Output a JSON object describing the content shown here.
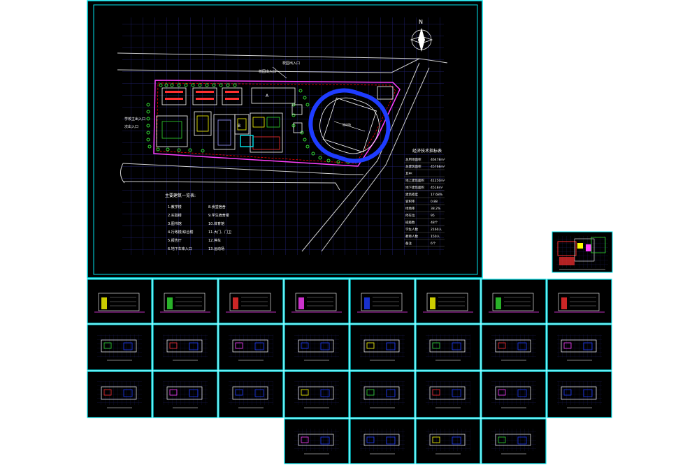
{
  "canvas": {
    "background": "#ffffff",
    "frame_color": "#00e5ee",
    "sheet_bg": "#000000",
    "grid_color": "#2a2a88"
  },
  "site_plan": {
    "north_mark": "N",
    "labels": {
      "gate_east": "校园出入口",
      "gate_mid": "校园出入口",
      "gate_west": "学校主出入口",
      "gate_west_2": "次出入口",
      "field": "运动场",
      "building_a": "A",
      "building_b": "B"
    },
    "legend": {
      "title": "主要建筑一览表:",
      "col1": [
        "1.教学楼",
        "2.实验楼",
        "3.图书馆",
        "4.行政楼/综合楼",
        "5.报告厅",
        "6.地下车库入口"
      ],
      "col2": [
        "8.食堂宿舍",
        "9.学生宿舍楼",
        "10.体育馆",
        "11.大门、门卫",
        "12.停车",
        "13.运动场"
      ]
    },
    "stats": {
      "title": "经济技术指标表",
      "rows": [
        {
          "label": "总用地面积",
          "value": "46478m²"
        },
        {
          "label": "总建筑面积",
          "value": "45768m²"
        },
        {
          "label": "其中:",
          "value": ""
        },
        {
          "label": "地上建筑面积",
          "value": "41250m²"
        },
        {
          "label": "地下建筑面积",
          "value": "4518m²"
        },
        {
          "label": "建筑密度",
          "value": "17.68%"
        },
        {
          "label": "容积率",
          "value": "0.88"
        },
        {
          "label": "绿地率",
          "value": "38.2%"
        },
        {
          "label": "停车位",
          "value": "95"
        },
        {
          "label": "班级数",
          "value": "48个"
        },
        {
          "label": "学生人数",
          "value": "2160人"
        },
        {
          "label": "教师人数",
          "value": "150人"
        },
        {
          "label": "备注",
          "value": "6个"
        }
      ]
    }
  },
  "sheets": {
    "row1": [
      "south-elevation",
      "section",
      "east-elevation",
      "north-elevation",
      "elevation-a",
      "elevation-b",
      "detail-plans",
      "west-elevation"
    ],
    "row2": [
      "floor-plan-1",
      "floor-plan-2",
      "floor-plan-3",
      "site-detail",
      "roof-plan-a",
      "roof-plan-b",
      "stair-detail",
      "floor-plan-4"
    ],
    "row3": [
      "floor-plan-5",
      "floor-plan-6",
      "floor-plan-7",
      "basement-plan-1",
      "basement-plan-2",
      "roof-plan-c",
      "floor-plan-8",
      "floor-plan-9"
    ],
    "row4": [
      "basement-plan-3",
      "basement-plan-4",
      "basement-plan-5",
      "floor-plan-10"
    ]
  }
}
